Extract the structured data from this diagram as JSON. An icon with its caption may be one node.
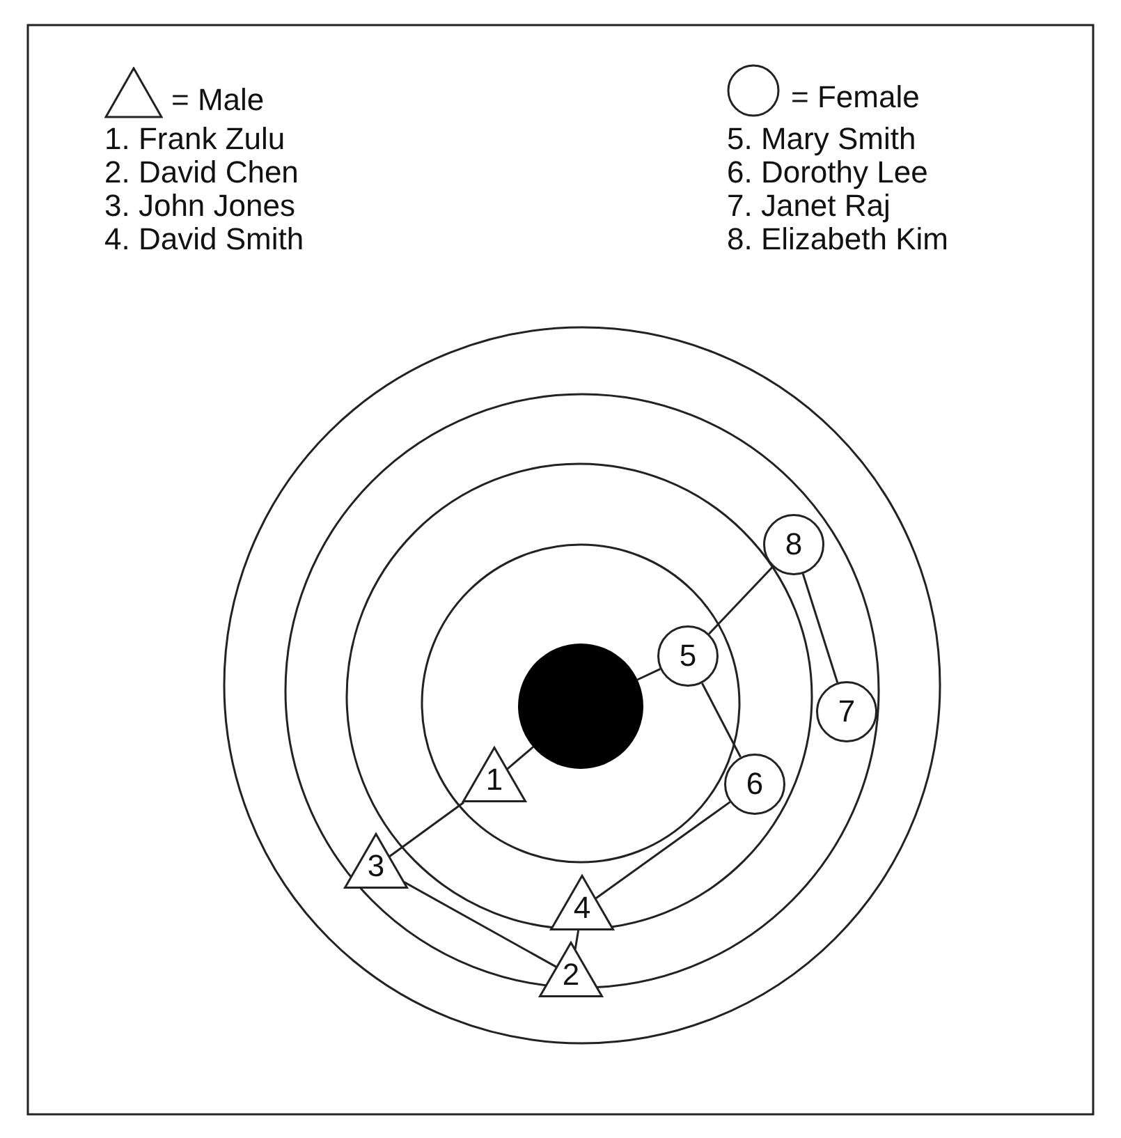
{
  "diagram": {
    "nodes": [
      {
        "text": [],
        "shape": "circle"
      },
      {
        "text": [
          "1"
        ]
      },
      {
        "text": [
          "2"
        ]
      },
      {
        "text": [
          "3"
        ]
      },
      {
        "text": [
          "4"
        ]
      },
      {
        "text": [
          "5"
        ]
      },
      {
        "text": [
          "6"
        ]
      },
      {
        "text": [
          "7"
        ]
      },
      {
        "text": [
          "8"
        ]
      }
    ],
    "edges": [
      {
        "from": 0,
        "to": 1,
        "arrow": "none"
      },
      {
        "from": 0,
        "to": 5,
        "arrow": "none"
      },
      {
        "from": 1,
        "to": 3,
        "arrow": "none"
      },
      {
        "from": 3,
        "to": 2,
        "arrow": "none"
      },
      {
        "from": 2,
        "to": 4,
        "arrow": "none"
      },
      {
        "from": 4,
        "to": 6,
        "arrow": "none"
      },
      {
        "from": 6,
        "to": 5,
        "arrow": "none"
      },
      {
        "from": 5,
        "to": 8,
        "arrow": "none"
      },
      {
        "from": 8,
        "to": 7,
        "arrow": "none"
      }
    ],
    "labels": [
      "1. Frank Zulu",
      "2. David Chen",
      "3. John Jones",
      "4. David Smith",
      "5. Mary Smith",
      "6. Dorothy Lee",
      "7. Janet Raj",
      "8. Elizabeth Kim"
    ],
    "legend": [
      {
        "text": "= Male"
      },
      {
        "text": "= Female"
      }
    ]
  }
}
